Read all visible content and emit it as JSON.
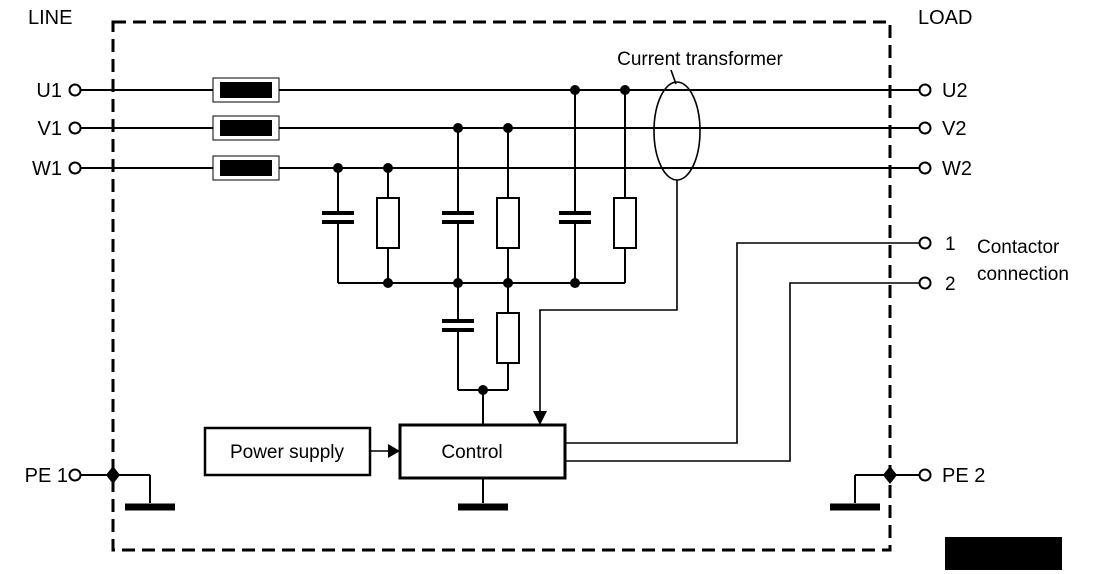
{
  "diagram": {
    "side_labels": {
      "line": "LINE",
      "load": "LOAD"
    },
    "terminals": {
      "u1": "U1",
      "v1": "V1",
      "w1": "W1",
      "u2": "U2",
      "v2": "V2",
      "w2": "W2",
      "pe1": "PE 1",
      "pe2": "PE 2",
      "contactor_1": "1",
      "contactor_2": "2"
    },
    "annotations": {
      "current_transformer": "Current transformer",
      "contactor_word1": "Contactor",
      "contactor_word2": "connection"
    },
    "blocks": {
      "power_supply": "Power supply",
      "control": "Control"
    },
    "colors": {
      "stroke": "#000000",
      "background": "#ffffff",
      "redacted_block": "#000000"
    }
  }
}
